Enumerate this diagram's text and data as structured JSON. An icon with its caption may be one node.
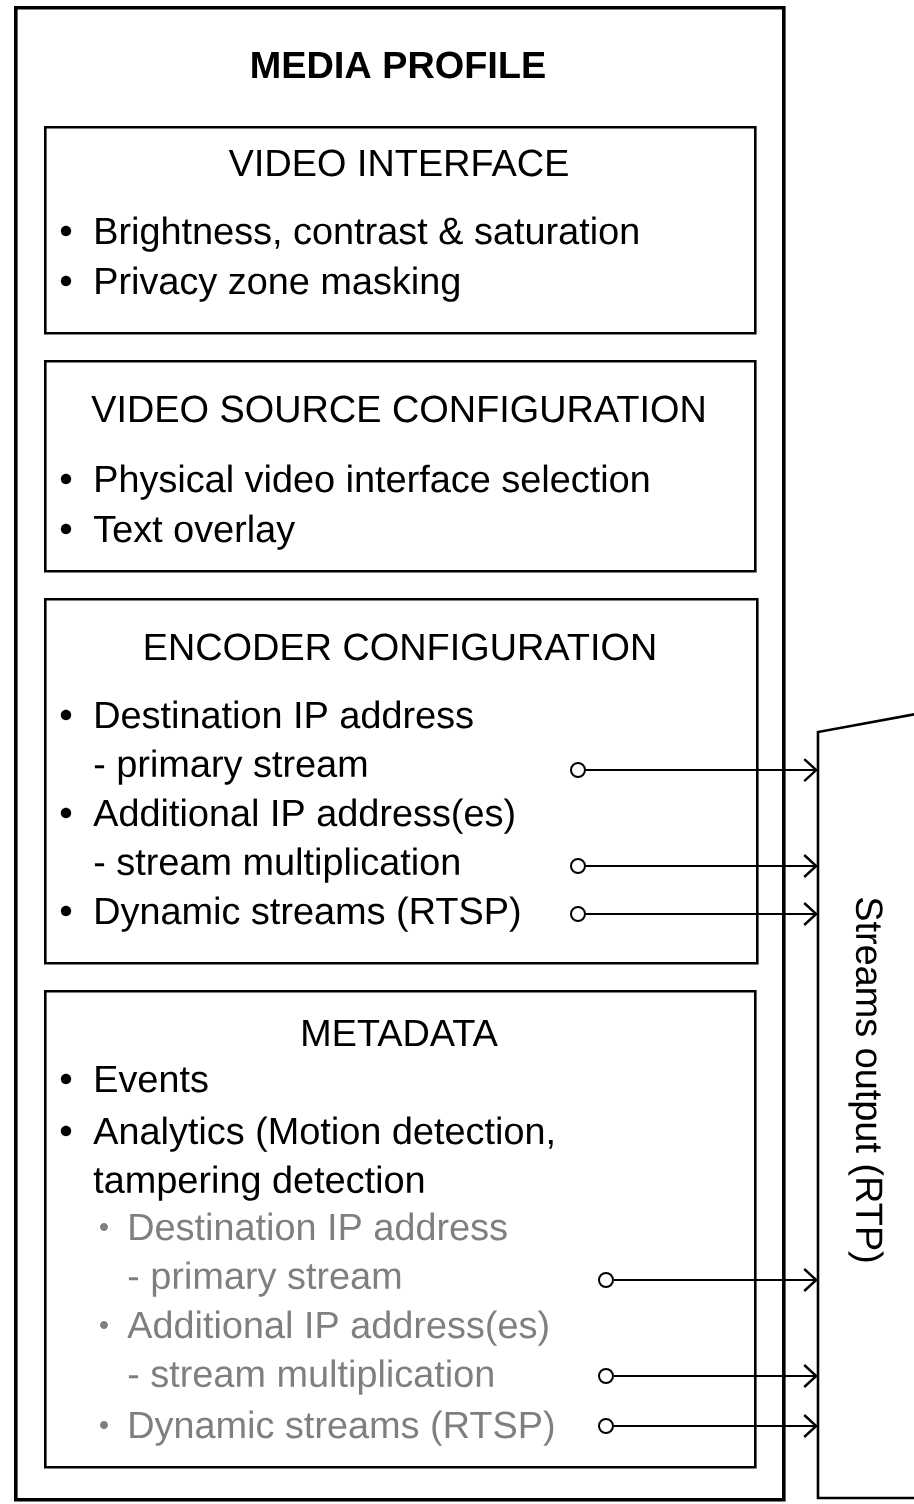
{
  "diagram": {
    "nodes": [
      {
        "text": [
          "MEDIA PROFILE"
        ]
      },
      {
        "text": [
          "VIDEO INTERFACE",
          "Brightness, contrast & saturation",
          "Privacy zone masking"
        ],
        "in": 0
      },
      {
        "text": [
          "VIDEO SOURCE CONFIGURATION",
          "Physical video interface selection",
          "Text overlay"
        ],
        "in": 0
      },
      {
        "text": [
          "ENCODER CONFIGURATION",
          "Destination IP address - primary stream",
          "Additional IP address(es) - stream multiplication",
          "Dynamic streams (RTSP)"
        ],
        "in": 0
      },
      {
        "text": [
          "METADATA",
          "Events",
          "Analytics (Motion detection, tampering detection",
          "Destination IP address - primary stream",
          "Additional IP address(es) - stream multiplication",
          "Dynamic streams (RTSP)"
        ],
        "in": 0
      },
      {
        "text": [
          "Streams output (RTP)"
        ]
      }
    ],
    "edges": [
      {
        "from": 3,
        "to": 5,
        "arrow": "to"
      },
      {
        "from": 3,
        "to": 5,
        "arrow": "to"
      },
      {
        "from": 3,
        "to": 5,
        "arrow": "to"
      },
      {
        "from": 4,
        "to": 5,
        "arrow": "to"
      },
      {
        "from": 4,
        "to": 5,
        "arrow": "to"
      },
      {
        "from": 4,
        "to": 5,
        "arrow": "to"
      }
    ]
  }
}
